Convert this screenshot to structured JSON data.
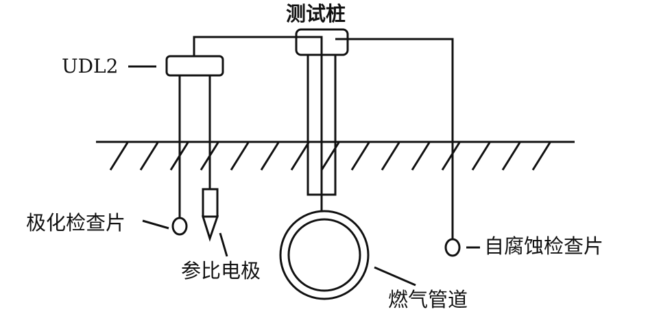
{
  "labels": {
    "test_pile": "测试桩",
    "udl2": "UDL2",
    "polarization_coupon": "极化检查片",
    "reference_electrode": "参比电极",
    "gas_pipeline": "燃气管道",
    "free_corrosion_coupon": "自腐蚀检查片"
  },
  "colors": {
    "line": "#111111",
    "background": "#ffffff"
  }
}
